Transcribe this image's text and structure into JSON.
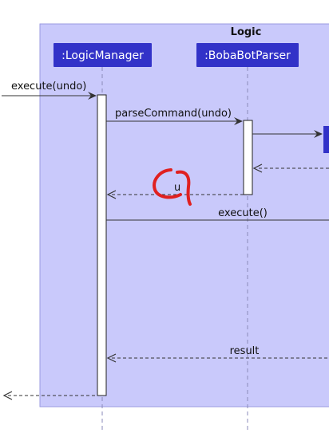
{
  "frame": {
    "title": "Logic"
  },
  "participants": [
    {
      "id": "logic-manager",
      "label": ":LogicManager"
    },
    {
      "id": "bobabot-parser",
      "label": ":BobaBotParser"
    }
  ],
  "messages": [
    {
      "id": "execute-undo",
      "label": "execute(undo)",
      "kind": "call"
    },
    {
      "id": "parse-command",
      "label": "parseCommand(undo)",
      "kind": "call"
    },
    {
      "id": "return-u",
      "label": "u",
      "kind": "return"
    },
    {
      "id": "execute-call",
      "label": "execute()",
      "kind": "call"
    },
    {
      "id": "result-return",
      "label": "result",
      "kind": "return"
    }
  ],
  "colors": {
    "frame_fill": "#c9c9fb",
    "frame_border": "#9a9ae0",
    "participant_fill": "#3232c8",
    "lifeline": "#8a8ab8",
    "arrow": "#333333",
    "annotation": "#e02020"
  }
}
